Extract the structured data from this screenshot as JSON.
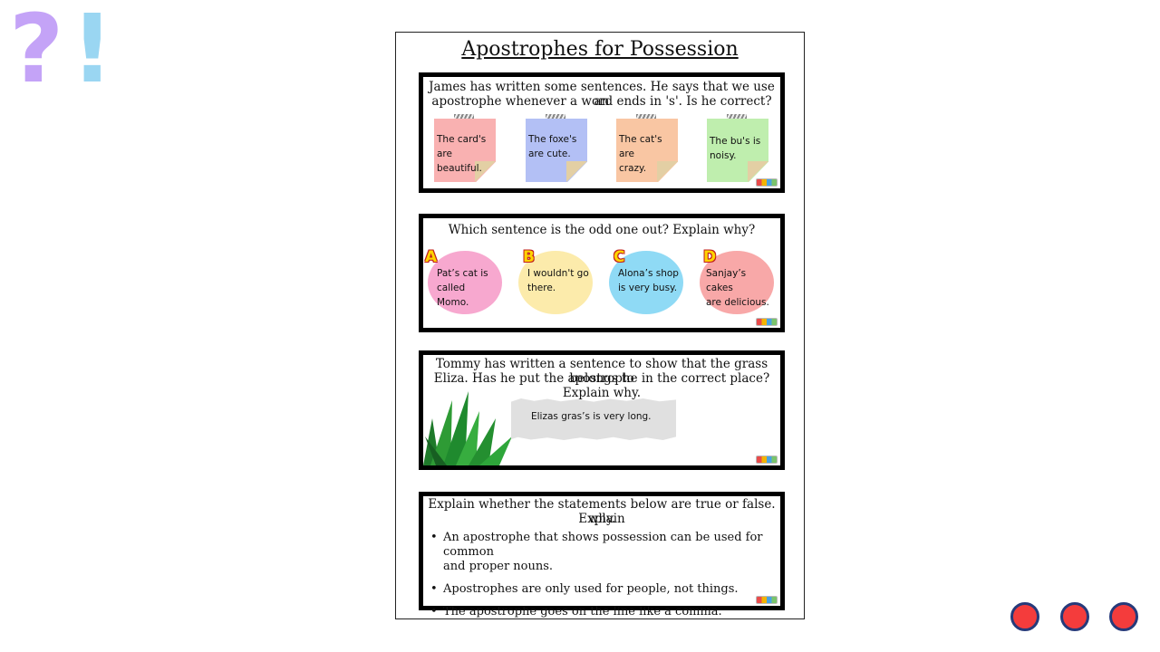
{
  "decor": {
    "question_mark": "?",
    "exclamation_mark": "!",
    "dots": 3,
    "accent": "#f43c3c",
    "dot_border": "#263a7a"
  },
  "worksheet": {
    "title": "Apostrophes for Possession",
    "q1": {
      "line1": "James has written some sentences. He says that we use an",
      "line2": "apostrophe whenever a word ends in 's'.  Is he correct?",
      "notes": [
        {
          "line1": "The card's",
          "line2": "are beautiful.",
          "color": "#f9b1b1"
        },
        {
          "line1": "The foxe's",
          "line2": "are cute.",
          "color": "#b3c0f5"
        },
        {
          "line1": "The cat's are",
          "line2": "crazy.",
          "color": "#f9c6a3"
        },
        {
          "line1": "The bu's is",
          "line2": "noisy.",
          "color": "#bfeeae"
        }
      ]
    },
    "q2": {
      "prompt": "Which sentence is the odd one out? Explain why?",
      "options": [
        {
          "letter": "A",
          "line1": "Pat’s cat is",
          "line2": "called Momo.",
          "color": "#f7a8cf"
        },
        {
          "letter": "B",
          "line1": "I wouldn't go",
          "line2": "there.",
          "color": "#fcebab"
        },
        {
          "letter": "C",
          "line1": "Alona’s shop",
          "line2": "is very busy.",
          "color": "#8fdaf5"
        },
        {
          "letter": "D",
          "line1": "Sanjay’s cakes",
          "line2": "are delicious.",
          "color": "#f8a8a8"
        }
      ]
    },
    "q3": {
      "line1": "Tommy has written a sentence to show that the grass belongs to",
      "line2": "Eliza. Has he put the apostrophe in the correct place? Explain why.",
      "sentence": "Elizas gras’s is very long."
    },
    "q4": {
      "line1": "Explain whether the statements below are true or false. Explain",
      "line2": "why.",
      "bullets": [
        {
          "line1": "An apostrophe that shows possession can be used for common",
          "line2": "and proper nouns."
        },
        {
          "line1": "Apostrophes are only used for people, not things.",
          "line2": ""
        },
        {
          "line1": "The apostrophe goes on the line like a comma.",
          "line2": ""
        }
      ]
    }
  }
}
